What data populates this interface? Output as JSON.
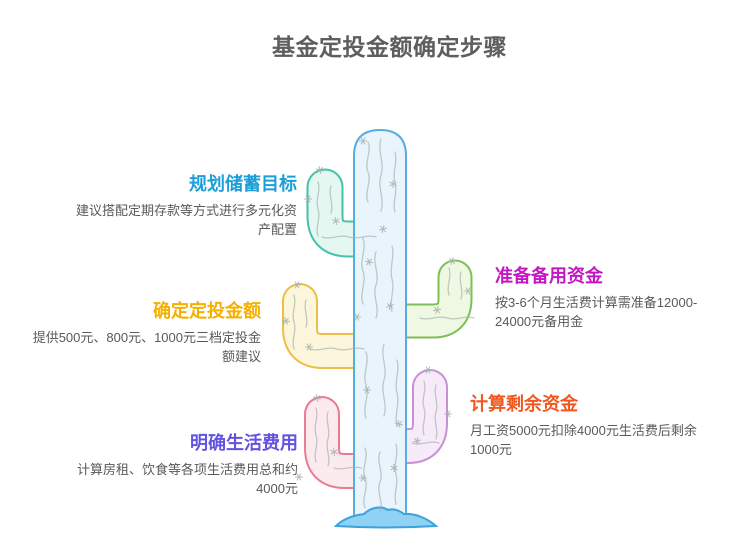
{
  "title": "基金定投金额确定步骤",
  "title_color": "#5E5E5E",
  "text_color": "#595959",
  "steps": [
    {
      "key": "plan-savings-goal",
      "heading": "规划储蓄目标",
      "body": "建议搭配定期存款等方式进行多元化资\n产配置",
      "color": "#1A9FD9",
      "side": "left"
    },
    {
      "key": "prepare-reserve-fund",
      "heading": "准备备用资金",
      "body": "按3-6个月生活费计算需准备12000-\n24000元备用金",
      "color": "#C516C5",
      "side": "right"
    },
    {
      "key": "set-investment-amount",
      "heading": "确定定投金额",
      "body": "提供500元、800元、1000元三档定投金\n额建议",
      "color": "#F5B000",
      "side": "left"
    },
    {
      "key": "calculate-remaining-fund",
      "heading": "计算剩余资金",
      "body": "月工资5000元扣除4000元生活费后剩余\n1000元",
      "color": "#F1581F",
      "side": "right"
    },
    {
      "key": "clarify-living-expense",
      "heading": "明确生活费用",
      "body": "计算房租、饮食等各项生活费用总和约\n4000元",
      "color": "#6153E1",
      "side": "left"
    }
  ],
  "cactus": {
    "trunk": {
      "fill": "#EAF4FC",
      "stroke": "#58ADE0"
    },
    "base": {
      "fill": "#8FD2F3",
      "stroke": "#3BA2DB"
    },
    "detail_color": "#A3B1AA",
    "arms": [
      {
        "name": "mint",
        "stroke": "#47C1AA",
        "fill": "#E4F7F1"
      },
      {
        "name": "green",
        "stroke": "#7FBE55",
        "fill": "#EEF8E2"
      },
      {
        "name": "yellow",
        "stroke": "#EDBE45",
        "fill": "#FCF6DC"
      },
      {
        "name": "pink",
        "stroke": "#E77C92",
        "fill": "#FBEAEE"
      },
      {
        "name": "purple",
        "stroke": "#C791D4",
        "fill": "#F7EBF9"
      }
    ]
  }
}
